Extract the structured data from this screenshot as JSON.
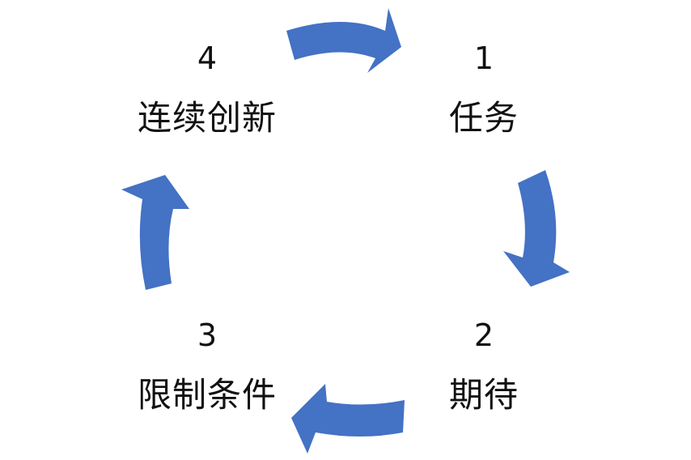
{
  "steps": [
    {
      "number": "1",
      "label": "任务"
    },
    {
      "number": "2",
      "label": "期待"
    },
    {
      "number": "3",
      "label": "限制条件"
    },
    {
      "number": "4",
      "label": "连续创新"
    }
  ],
  "arrow_color": "#4472C4",
  "arrow_names": [
    "top-arrow-icon",
    "right-arrow-icon",
    "bottom-arrow-icon",
    "left-arrow-icon"
  ]
}
